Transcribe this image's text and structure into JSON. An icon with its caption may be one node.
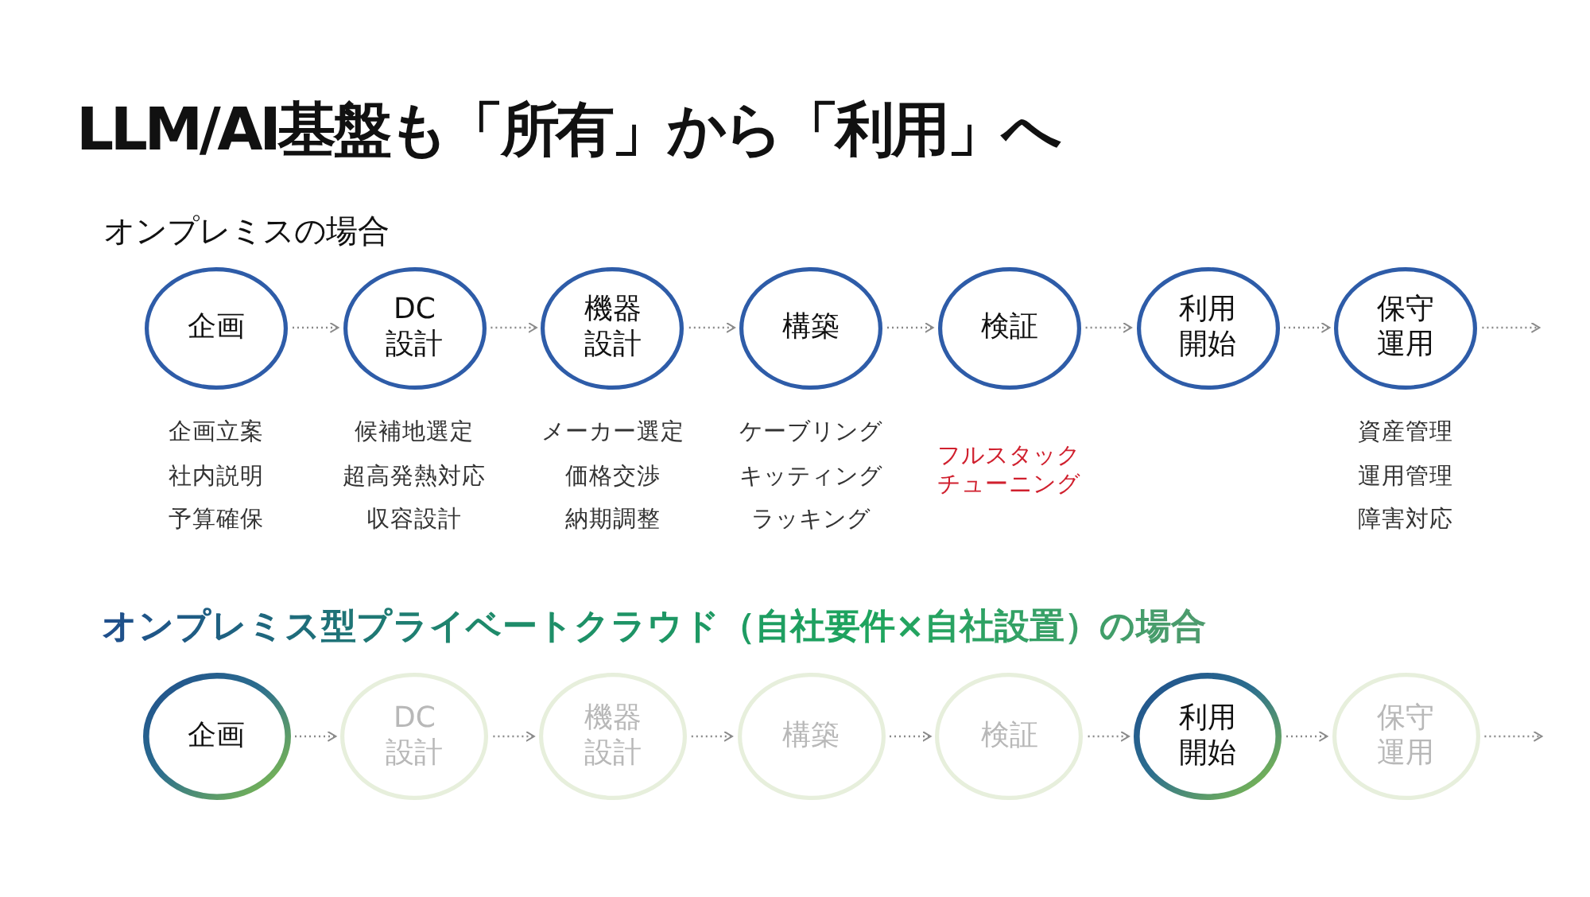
{
  "diagram": {
    "title": "LLM/AI基盤も「所有」から「利用」へ",
    "nodes": [
      {
        "text": [
          "企画"
        ],
        "beside": [
          "企画立案",
          "社内説明",
          "予算確保"
        ]
      },
      {
        "text": [
          "DC設計"
        ],
        "beside": [
          "候補地選定",
          "超高発熱対応",
          "収容設計"
        ]
      },
      {
        "text": [
          "機器設計"
        ],
        "beside": [
          "メーカー選定",
          "価格交渉",
          "納期調整"
        ]
      },
      {
        "text": [
          "構築"
        ],
        "beside": [
          "ケーブリング",
          "キッティング",
          "ラッキング"
        ]
      },
      {
        "text": [
          "検証"
        ],
        "beside": [
          "フルスタックチューニング"
        ]
      },
      {
        "text": [
          "利用開始"
        ]
      },
      {
        "text": [
          "保守運用"
        ],
        "beside": [
          "資産管理",
          "運用管理",
          "障害対応"
        ]
      },
      {
        "text": [
          "企画"
        ]
      },
      {
        "text": [
          "DC設計"
        ]
      },
      {
        "text": [
          "機器設計"
        ]
      },
      {
        "text": [
          "構築"
        ]
      },
      {
        "text": [
          "検証"
        ]
      },
      {
        "text": [
          "利用開始"
        ]
      },
      {
        "text": [
          "保守運用"
        ]
      }
    ],
    "edges": [
      {
        "from": 0,
        "to": 1,
        "arrow": "to"
      },
      {
        "from": 1,
        "to": 2,
        "arrow": "to"
      },
      {
        "from": 2,
        "to": 3,
        "arrow": "to"
      },
      {
        "from": 3,
        "to": 4,
        "arrow": "to"
      },
      {
        "from": 4,
        "to": 5,
        "arrow": "to"
      },
      {
        "from": 5,
        "to": 6,
        "arrow": "to"
      },
      {
        "from": 6,
        "to": null,
        "arrow": "to"
      },
      {
        "from": 7,
        "to": 8,
        "arrow": "to"
      },
      {
        "from": 8,
        "to": 9,
        "arrow": "to"
      },
      {
        "from": 9,
        "to": 10,
        "arrow": "to"
      },
      {
        "from": 10,
        "to": 11,
        "arrow": "to"
      },
      {
        "from": 11,
        "to": 12,
        "arrow": "to"
      },
      {
        "from": 12,
        "to": 13,
        "arrow": "to"
      },
      {
        "from": 13,
        "to": null,
        "arrow": "to"
      }
    ],
    "labels": [
      "オンプレミスの場合",
      "オンプレミス型プライベートクラウド（自社要件×自社設置）の場合"
    ]
  }
}
